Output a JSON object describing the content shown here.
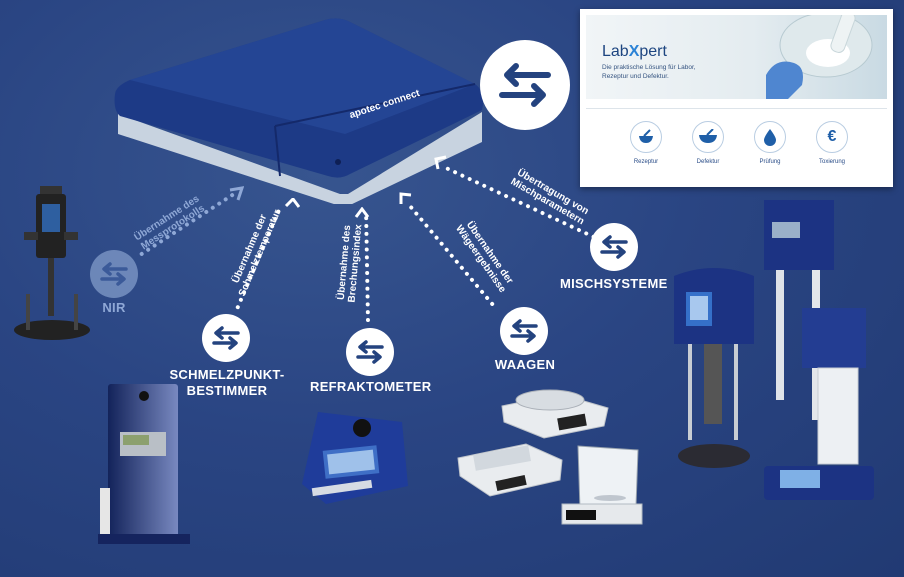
{
  "hub": {
    "brand": "apotec connect"
  },
  "panel": {
    "logo_pre": "Lab",
    "logo_x": "X",
    "logo_post": "pert",
    "tagline_line1": "Die praktische Lösung für Labor,",
    "tagline_line2": "Rezeptur und Defektur.",
    "items": [
      {
        "label": "Rezeptur",
        "icon": "mortar-icon"
      },
      {
        "label": "Defektur",
        "icon": "mortar-bowl-icon"
      },
      {
        "label": "Prüfung",
        "icon": "drop-icon"
      },
      {
        "label": "Toxierung",
        "icon": "euro-icon",
        "symbol": "€"
      }
    ]
  },
  "devices": [
    {
      "label": "NIR",
      "flow_line1": "Übernahme des",
      "flow_line2": "Messprotokolls"
    },
    {
      "label_line1": "SCHMELZPUNKT-",
      "label_line2": "BESTIMMER",
      "flow_line1": "Übernahme der",
      "flow_line2": "Schmelztemperatur"
    },
    {
      "label": "REFRAKTOMETER",
      "flow_line1": "Übernahme des",
      "flow_line2": "Brechungsindex"
    },
    {
      "label": "WAAGEN",
      "flow_line1": "Übernahme der",
      "flow_line2": "Wägeergebnisse"
    },
    {
      "label": "MISCHSYSTEME",
      "flow_line1": "Übertragung von",
      "flow_line2": "Mischparametern"
    }
  ],
  "colors": {
    "background": "#2a4583",
    "hub": "#1e3a85",
    "accent": "#ffffff",
    "dim": "#8fa8d6"
  }
}
